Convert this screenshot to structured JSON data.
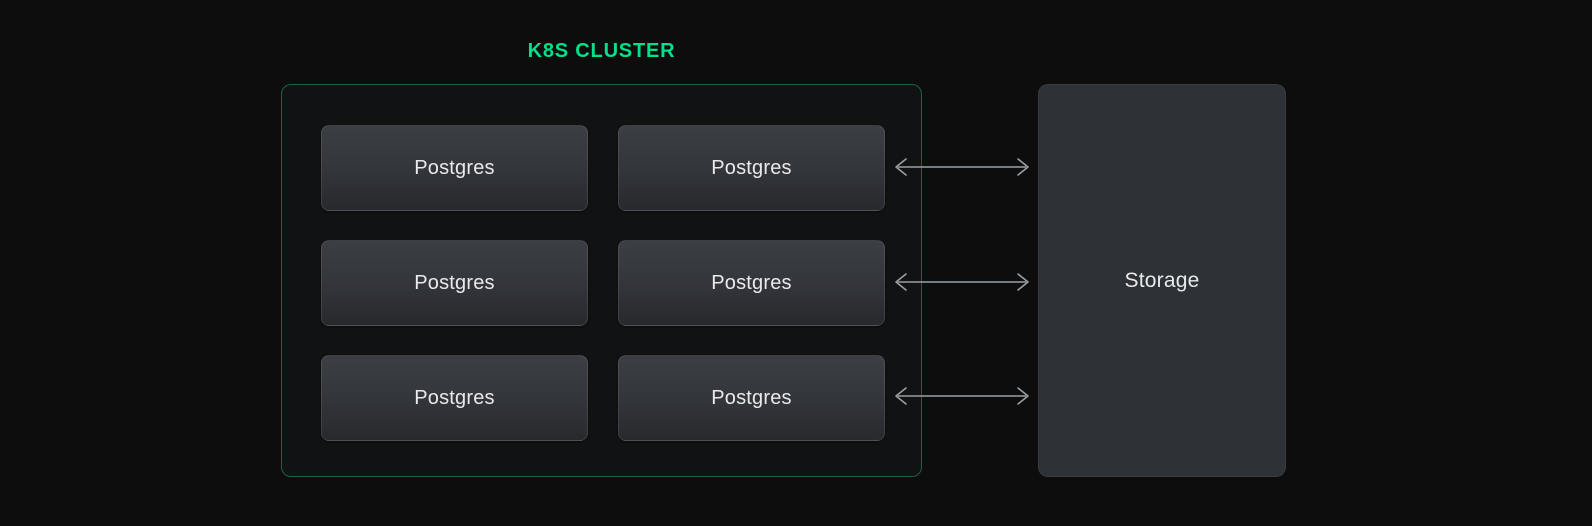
{
  "diagram": {
    "background_color": "#0d0d0d",
    "cluster": {
      "title": "K8S CLUSTER",
      "title_color": "#00e08a",
      "border_color": "#1f5f42",
      "fill_color": "#111213",
      "nodes": [
        {
          "label": "Postgres"
        },
        {
          "label": "Postgres"
        },
        {
          "label": "Postgres"
        },
        {
          "label": "Postgres"
        },
        {
          "label": "Postgres"
        },
        {
          "label": "Postgres"
        }
      ]
    },
    "connectors": [
      {
        "icon": "bidirectional-arrow-icon",
        "color": "#9aa0a6"
      },
      {
        "icon": "bidirectional-arrow-icon",
        "color": "#9aa0a6"
      },
      {
        "icon": "bidirectional-arrow-icon",
        "color": "#9aa0a6"
      }
    ],
    "storage": {
      "label": "Storage",
      "fill_color": "#2e3136",
      "text_color": "#e8eaed"
    }
  }
}
